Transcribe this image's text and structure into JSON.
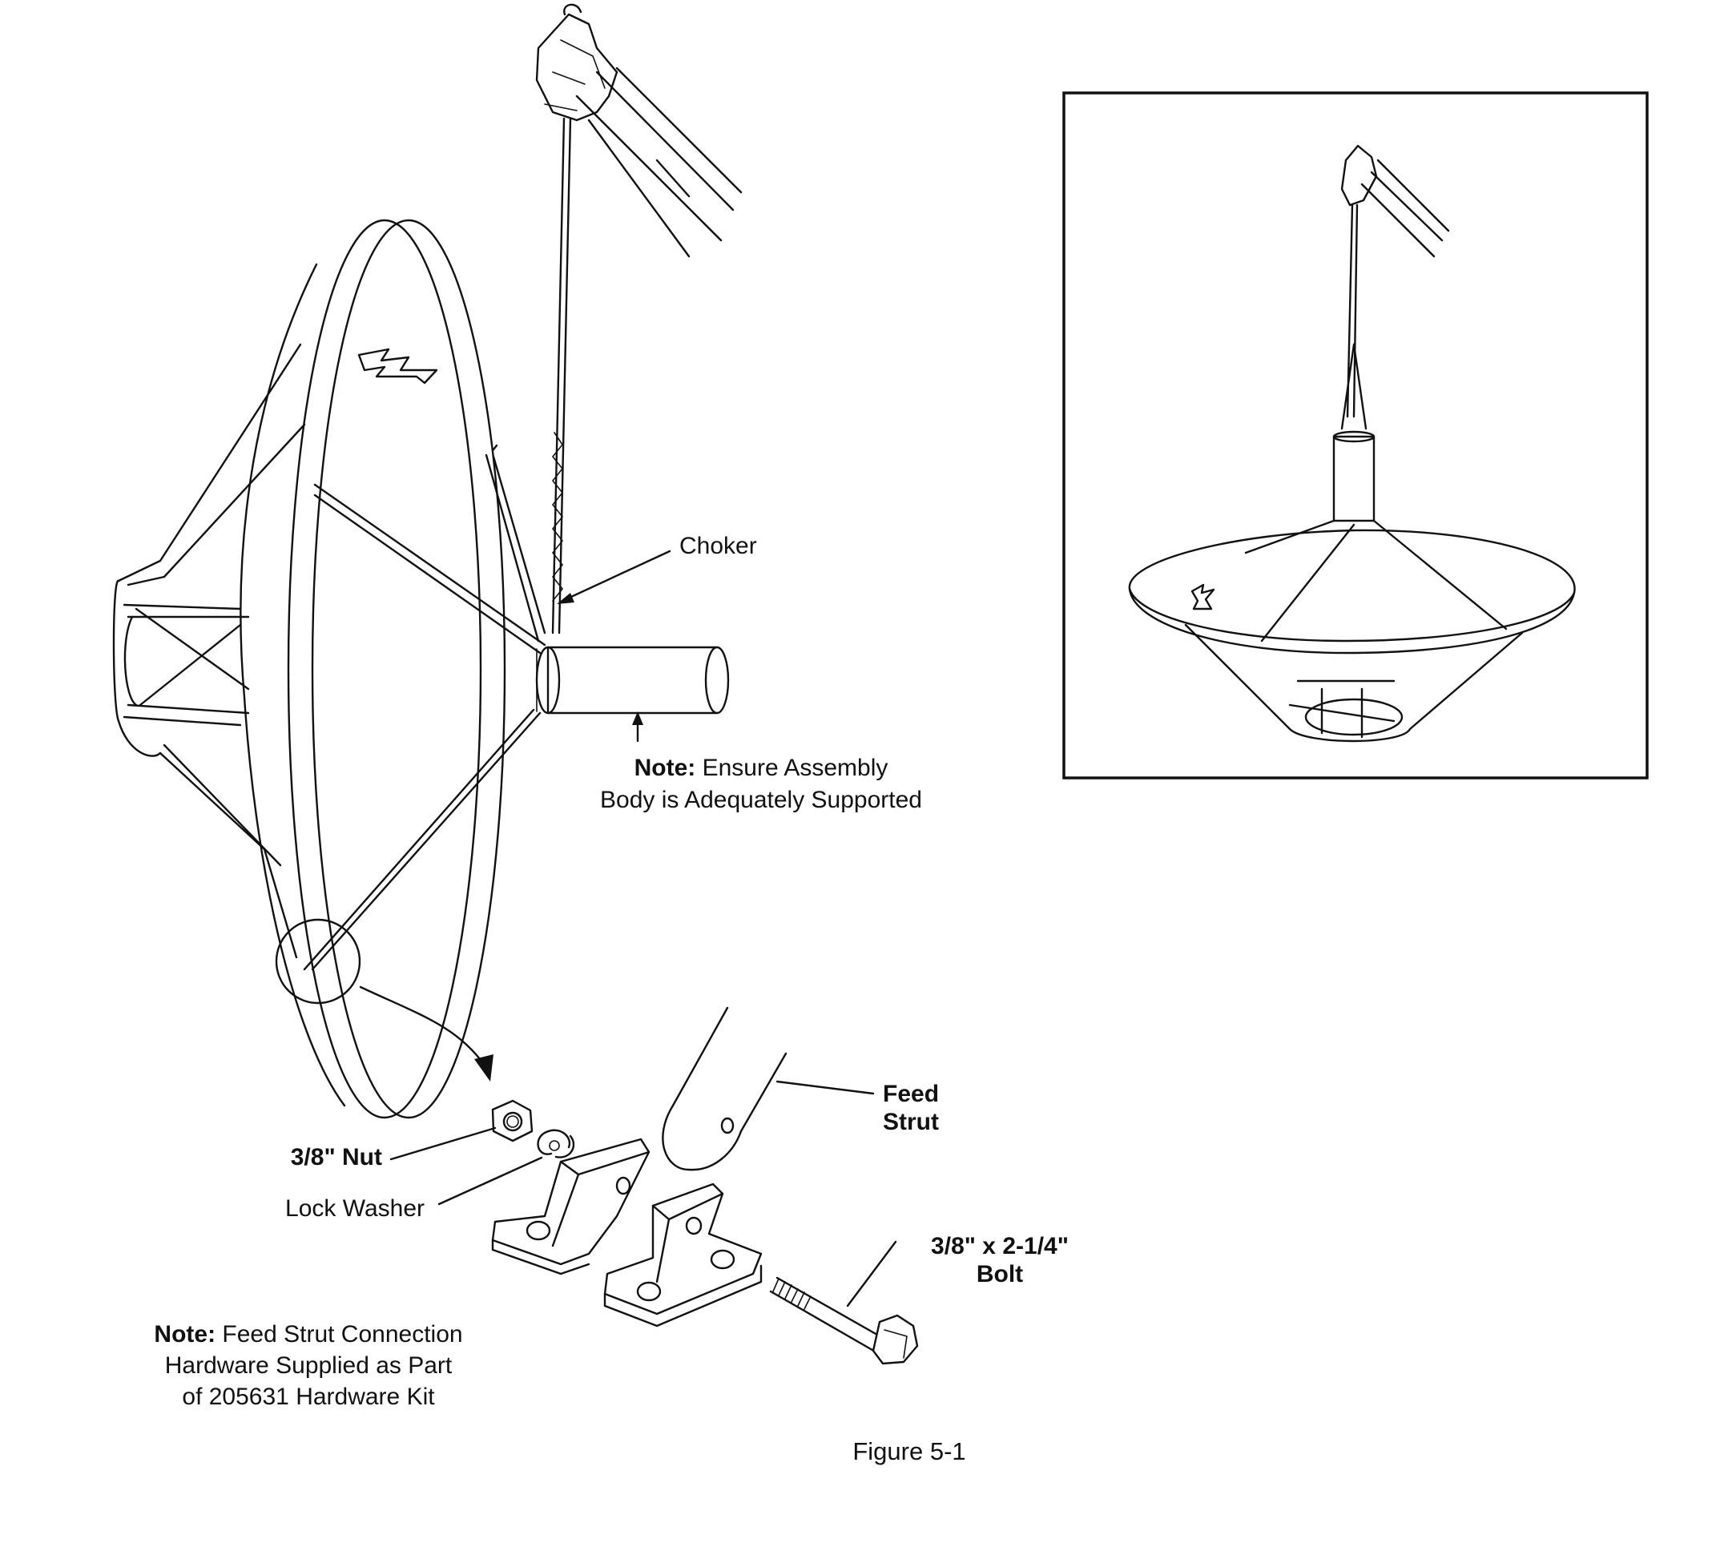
{
  "labels": {
    "choker": "Choker",
    "note1_bold": "Note:",
    "note1_line1": "Ensure Assembly",
    "note1_line2": "Body is Adequately Supported",
    "feed_strut_line1": "Feed",
    "feed_strut_line2": "Strut",
    "nut": "3/8\" Nut",
    "lock_washer": "Lock Washer",
    "bolt_line1": "3/8\" x 2-1/4\"",
    "bolt_line2": "Bolt",
    "note2_bold": "Note:",
    "note2_line1": "Feed Strut Connection",
    "note2_line2": "Hardware Supplied as Part",
    "note2_line3": "of 205631 Hardware Kit",
    "caption": "Figure 5-1"
  },
  "colors": {
    "ink": "#111111",
    "paper": "#ffffff"
  }
}
